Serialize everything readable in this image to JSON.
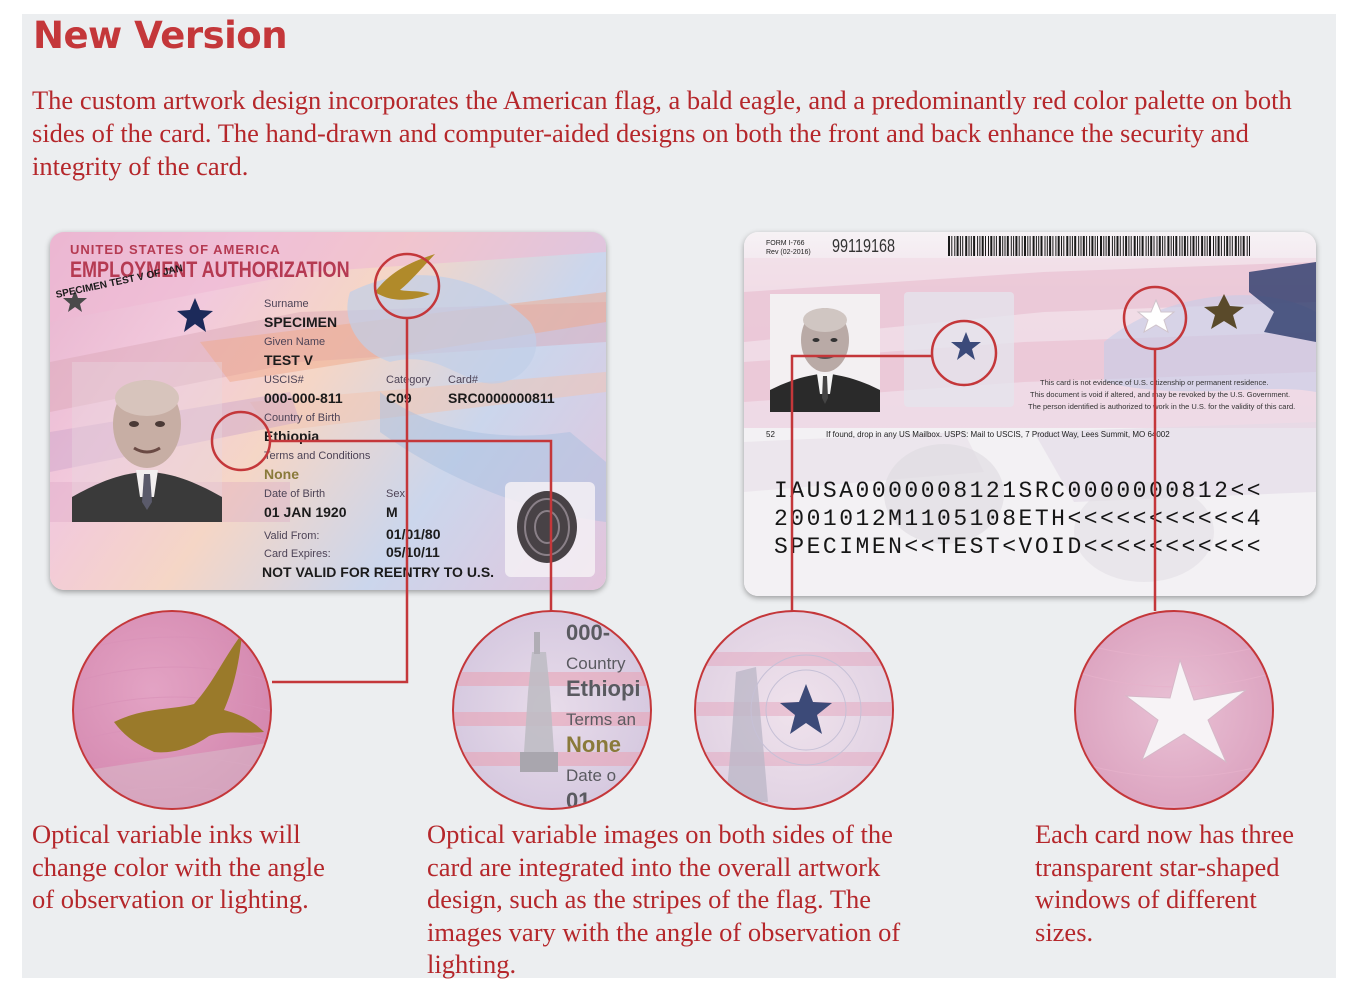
{
  "heading": "New Version",
  "intro": "The custom artwork design incorporates the American flag, a bald eagle, and a predominantly red color palette on both sides of the card. The hand-drawn and computer-aided designs on both the front and back enhance the security and integrity of the card.",
  "front_card": {
    "country": "UNITED STATES OF AMERICA",
    "title": "EMPLOYMENT AUTHORIZATION",
    "specimen_stamp": "SPECIMEN TEST V OF JAN",
    "surname_label": "Surname",
    "surname": "SPECIMEN",
    "given_label": "Given Name",
    "given": "TEST V",
    "uscis_label": "USCIS#",
    "uscis": "000-000-811",
    "category_label": "Category",
    "category": "C09",
    "card_label": "Card#",
    "card_number": "SRC0000000811",
    "birth_country_label": "Country of Birth",
    "birth_country": "Ethiopia",
    "terms_label": "Terms and Conditions",
    "terms": "None",
    "dob_label": "Date of Birth",
    "dob": "01 JAN 1920",
    "sex_label": "Sex",
    "sex": "M",
    "valid_label": "Valid From:",
    "valid_from": "01/01/80",
    "expires_label": "Card Expires:",
    "expires": "05/10/11",
    "notice": "NOT VALID FOR REENTRY TO U.S."
  },
  "back_card": {
    "form": "FORM I-766",
    "rev": "Rev (02-2016)",
    "serial": "99119168",
    "disclaimer_lines": [
      "This card is not evidence of U.S. citizenship or permanent residence.",
      "This document is void if altered, and may be revoked by the U.S. Government.",
      "The person identified is authorized to work in the U.S. for the validity of this card."
    ],
    "code": "52",
    "mail_line": "If found, drop in any US Mailbox.  USPS: Mail to USCIS, 7 Product Way, Lees Summit, MO 64002",
    "mrz": [
      "IAUSA0000008121SRC0000000812<<",
      "2001012M1105108ETH<<<<<<<<<<<4",
      "SPECIMEN<<TEST<VOID<<<<<<<<<<<"
    ]
  },
  "zoom2_text": [
    "000-",
    "Country",
    "Ethiopi",
    "Terms an",
    "None",
    "Date o",
    "01"
  ],
  "captions": {
    "inks": "Optical variable inks will change color with the angle of observation or lighting.",
    "images": "Optical variable images on both sides of the card are integrated into the overall artwork design, such as the stripes of the flag. The images vary with the angle of observation of lighting.",
    "stars": "Each card now has three transparent star-shaped windows of different sizes."
  },
  "colors": {
    "accent": "#c4373a",
    "text": "#b5272b",
    "panel": "#eceef0",
    "eagle_ink": "#a8842a"
  }
}
